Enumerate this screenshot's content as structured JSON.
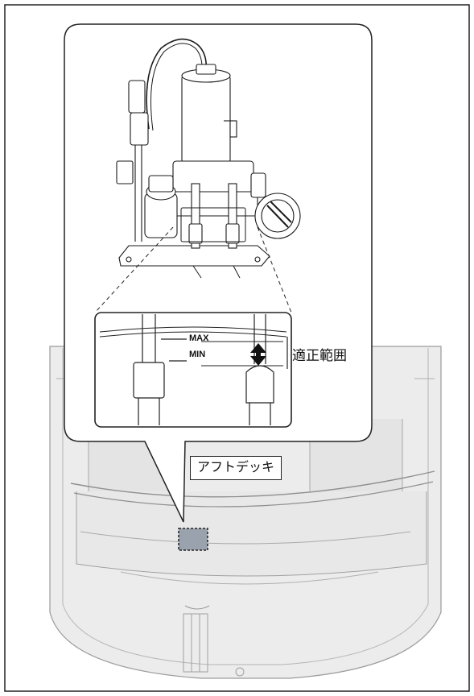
{
  "labels": {
    "deck": "アフトデッキ",
    "proper_range": "適正範囲",
    "max_mark": "MAX",
    "min_mark": "MIN"
  },
  "colors": {
    "frame": "#222222",
    "hull_fill": "#ececec",
    "hull_line": "#9a9a9a",
    "part_line": "#1a1a1a",
    "location_box": "#9aa3ad"
  }
}
